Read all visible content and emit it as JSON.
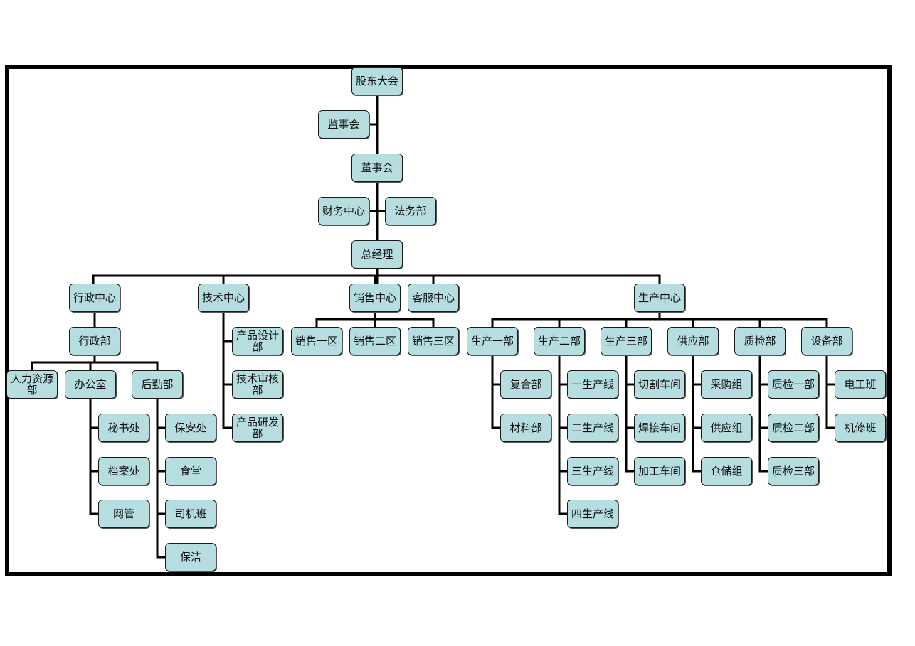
{
  "org_chart": {
    "root": "股东大会",
    "supervisory": "监事会",
    "board": "董事会",
    "board_units": [
      "财务中心",
      "法务部"
    ],
    "gm": "总经理",
    "admin_center": {
      "label": "行政中心",
      "dept": "行政部",
      "subs": [
        "人力资源部",
        "办公室",
        "后勤部"
      ],
      "office_children": [
        "秘书处",
        "档案处",
        "网管"
      ],
      "logistics_children": [
        "保安处",
        "食堂",
        "司机班",
        "保洁"
      ]
    },
    "tech_center": {
      "label": "技术中心",
      "children": [
        "产品设计部",
        "技术审核部",
        "产品研发部"
      ]
    },
    "sales_center": {
      "label": "销售中心",
      "children": [
        "销售一区",
        "销售二区",
        "销售三区"
      ]
    },
    "service_center": "客服中心",
    "production_center": {
      "label": "生产中心",
      "depts": [
        {
          "label": "生产一部",
          "children": [
            "复合部",
            "材料部"
          ]
        },
        {
          "label": "生产二部",
          "children": [
            "一生产线",
            "二生产线",
            "三生产线",
            "四生产线"
          ]
        },
        {
          "label": "生产三部",
          "children": [
            "切割车间",
            "焊接车间",
            "加工车间"
          ]
        },
        {
          "label": "供应部",
          "children": [
            "采购组",
            "供应组",
            "仓储组"
          ]
        },
        {
          "label": "质检部",
          "children": [
            "质检一部",
            "质检二部",
            "质检三部"
          ]
        },
        {
          "label": "设备部",
          "children": [
            "电工班",
            "机修班"
          ]
        }
      ]
    }
  }
}
